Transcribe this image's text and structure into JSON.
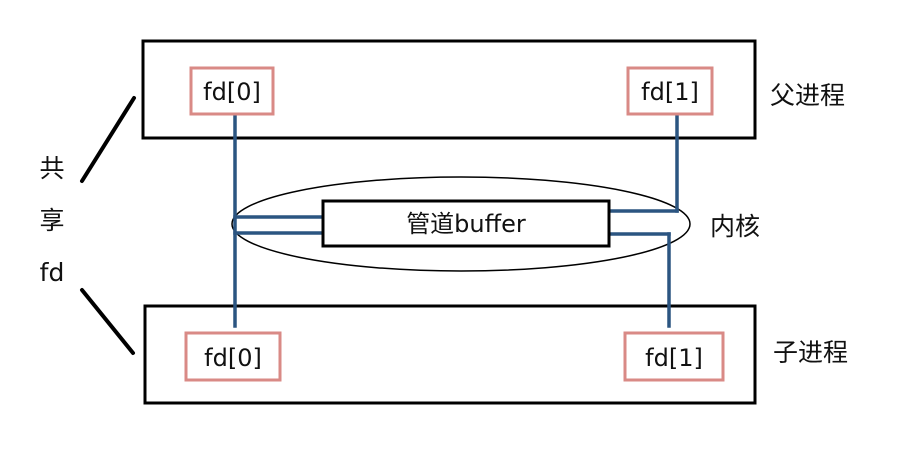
{
  "parent_process": {
    "label": "父进程",
    "fd_read": "fd[0]",
    "fd_write": "fd[1]"
  },
  "child_process": {
    "label": "子进程",
    "fd_read": "fd[0]",
    "fd_write": "fd[1]"
  },
  "kernel": {
    "label": "内核",
    "pipe_buffer": "管道buffer"
  },
  "shared_fd": {
    "char_1": "共",
    "char_2": "享",
    "char_3": "fd"
  },
  "colors": {
    "box_border": "#000000",
    "fd_border": "#d98a86",
    "pipe_line": "#2b5581",
    "text": "#111111"
  }
}
